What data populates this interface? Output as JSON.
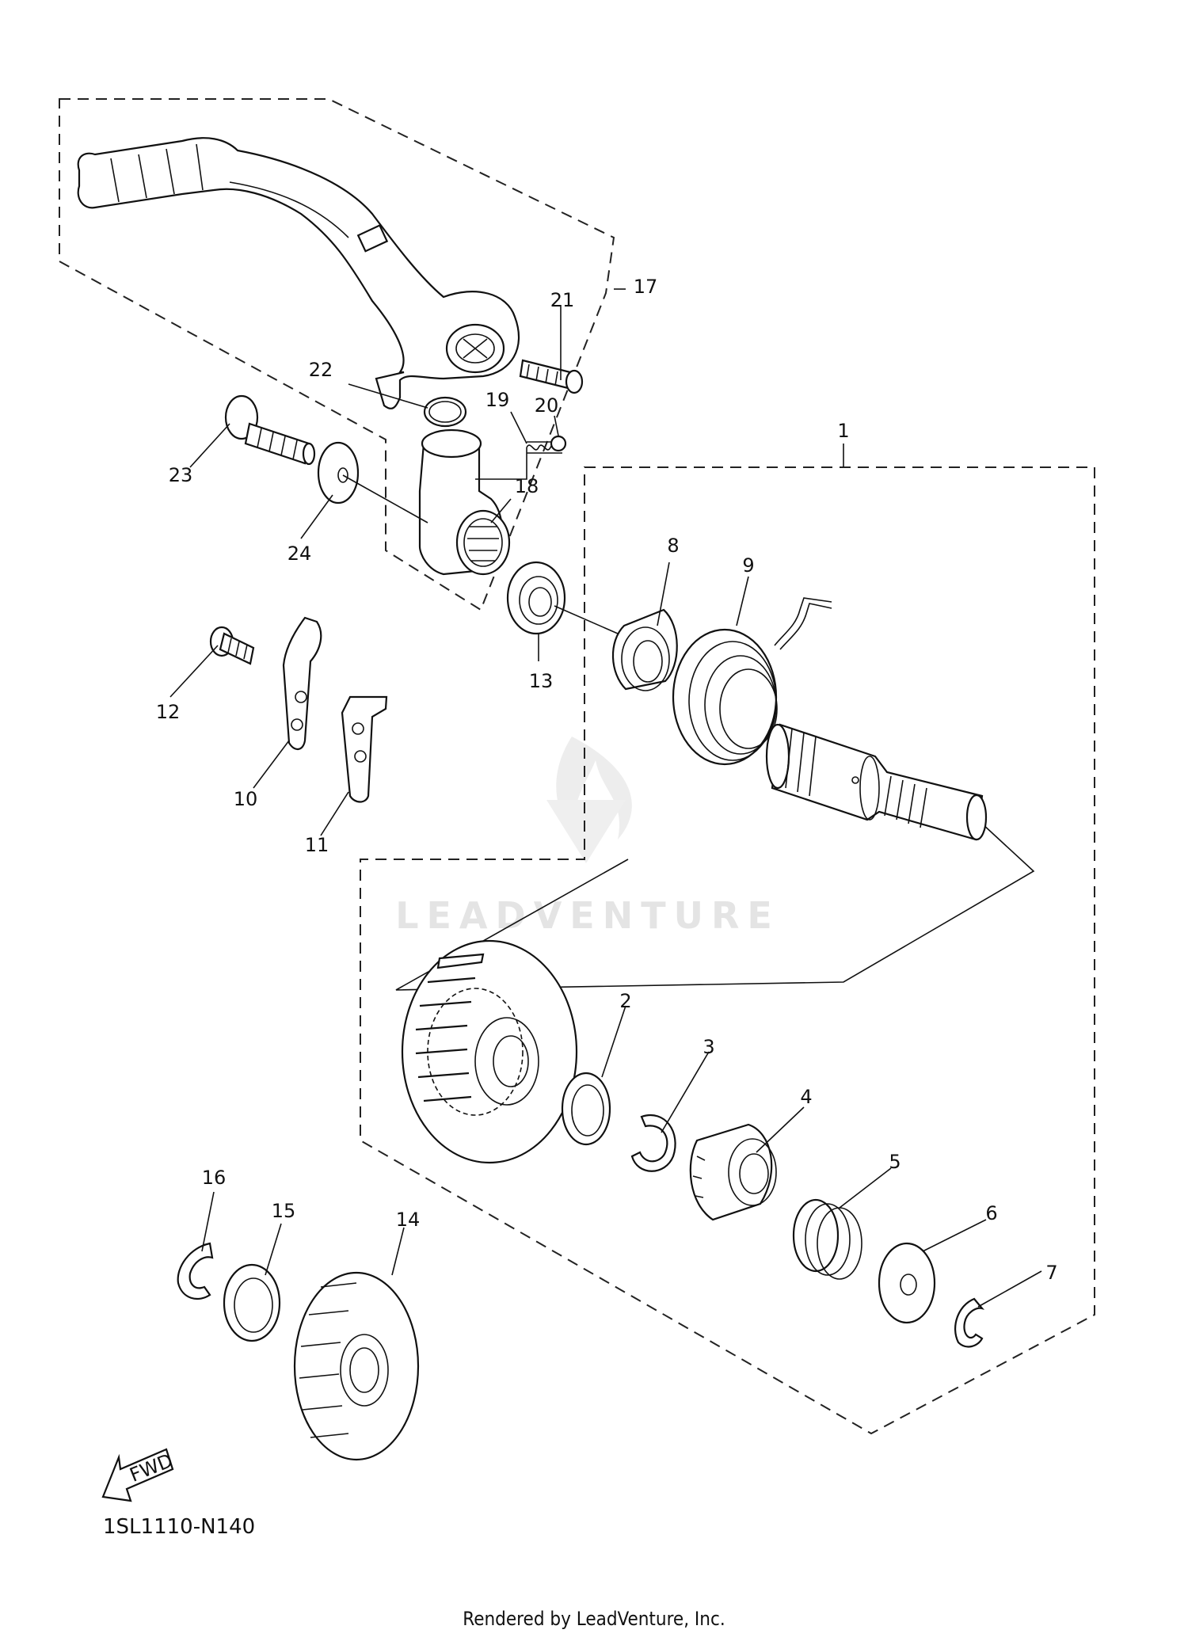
{
  "diagram": {
    "code": "1SL1110-N140",
    "footer": "Rendered by LeadVenture, Inc.",
    "watermark": "LEADVENTURE",
    "fwd_label": "FWD",
    "callouts": {
      "c1": "1",
      "c2": "2",
      "c3": "3",
      "c4": "4",
      "c5": "5",
      "c6": "6",
      "c7": "7",
      "c8": "8",
      "c9": "9",
      "c10": "10",
      "c11": "11",
      "c12": "12",
      "c13": "13",
      "c14": "14",
      "c15": "15",
      "c16": "16",
      "c17": "17",
      "c18": "18",
      "c19": "19",
      "c20": "20",
      "c21": "21",
      "c22": "22",
      "c23": "23",
      "c24": "24"
    }
  }
}
